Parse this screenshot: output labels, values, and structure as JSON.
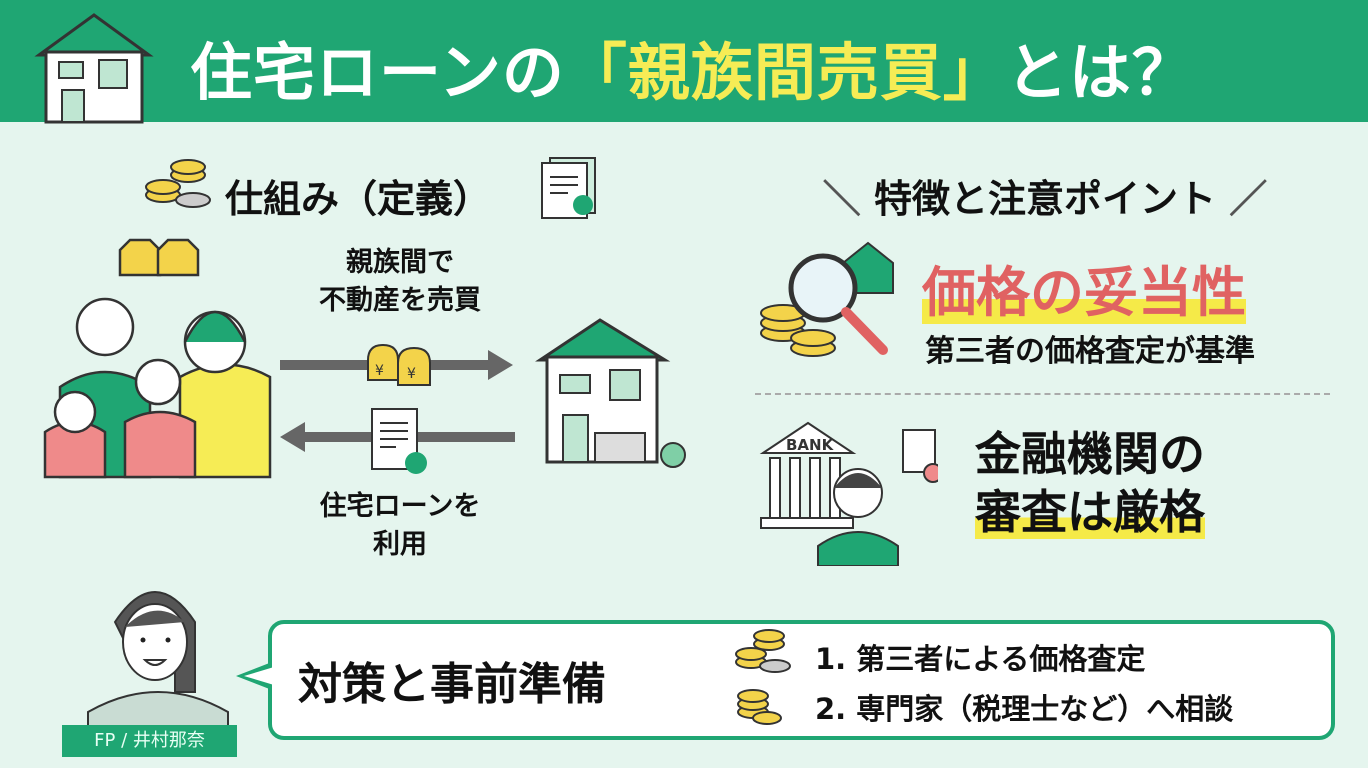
{
  "header": {
    "title_before": "住宅ローンの",
    "title_highlight": "「親族間売買」",
    "title_after": "とは？"
  },
  "left": {
    "heading": "仕組み（定義）",
    "sell_text": [
      "親族間で",
      "不動産を売買"
    ],
    "loan_text": [
      "住宅ローンを",
      "利用"
    ]
  },
  "right": {
    "heading": "特徴と注意ポイント",
    "point1": {
      "title": "価格の妥当性",
      "sub": "第三者の価格査定が基準"
    },
    "point2": {
      "line1": "金融機関の",
      "line2": "審査は厳格",
      "bank_label": "BANK"
    }
  },
  "bottom": {
    "title": "対策と事前準備",
    "items": [
      "1. 第三者による価格査定",
      "2. 専門家（税理士など）へ相談"
    ],
    "advisor": "FP / 井村那奈"
  },
  "colors": {
    "green": "#1fa673",
    "yellow": "#f6ec55",
    "red": "#e06262",
    "bg": "#e5f5ee"
  }
}
